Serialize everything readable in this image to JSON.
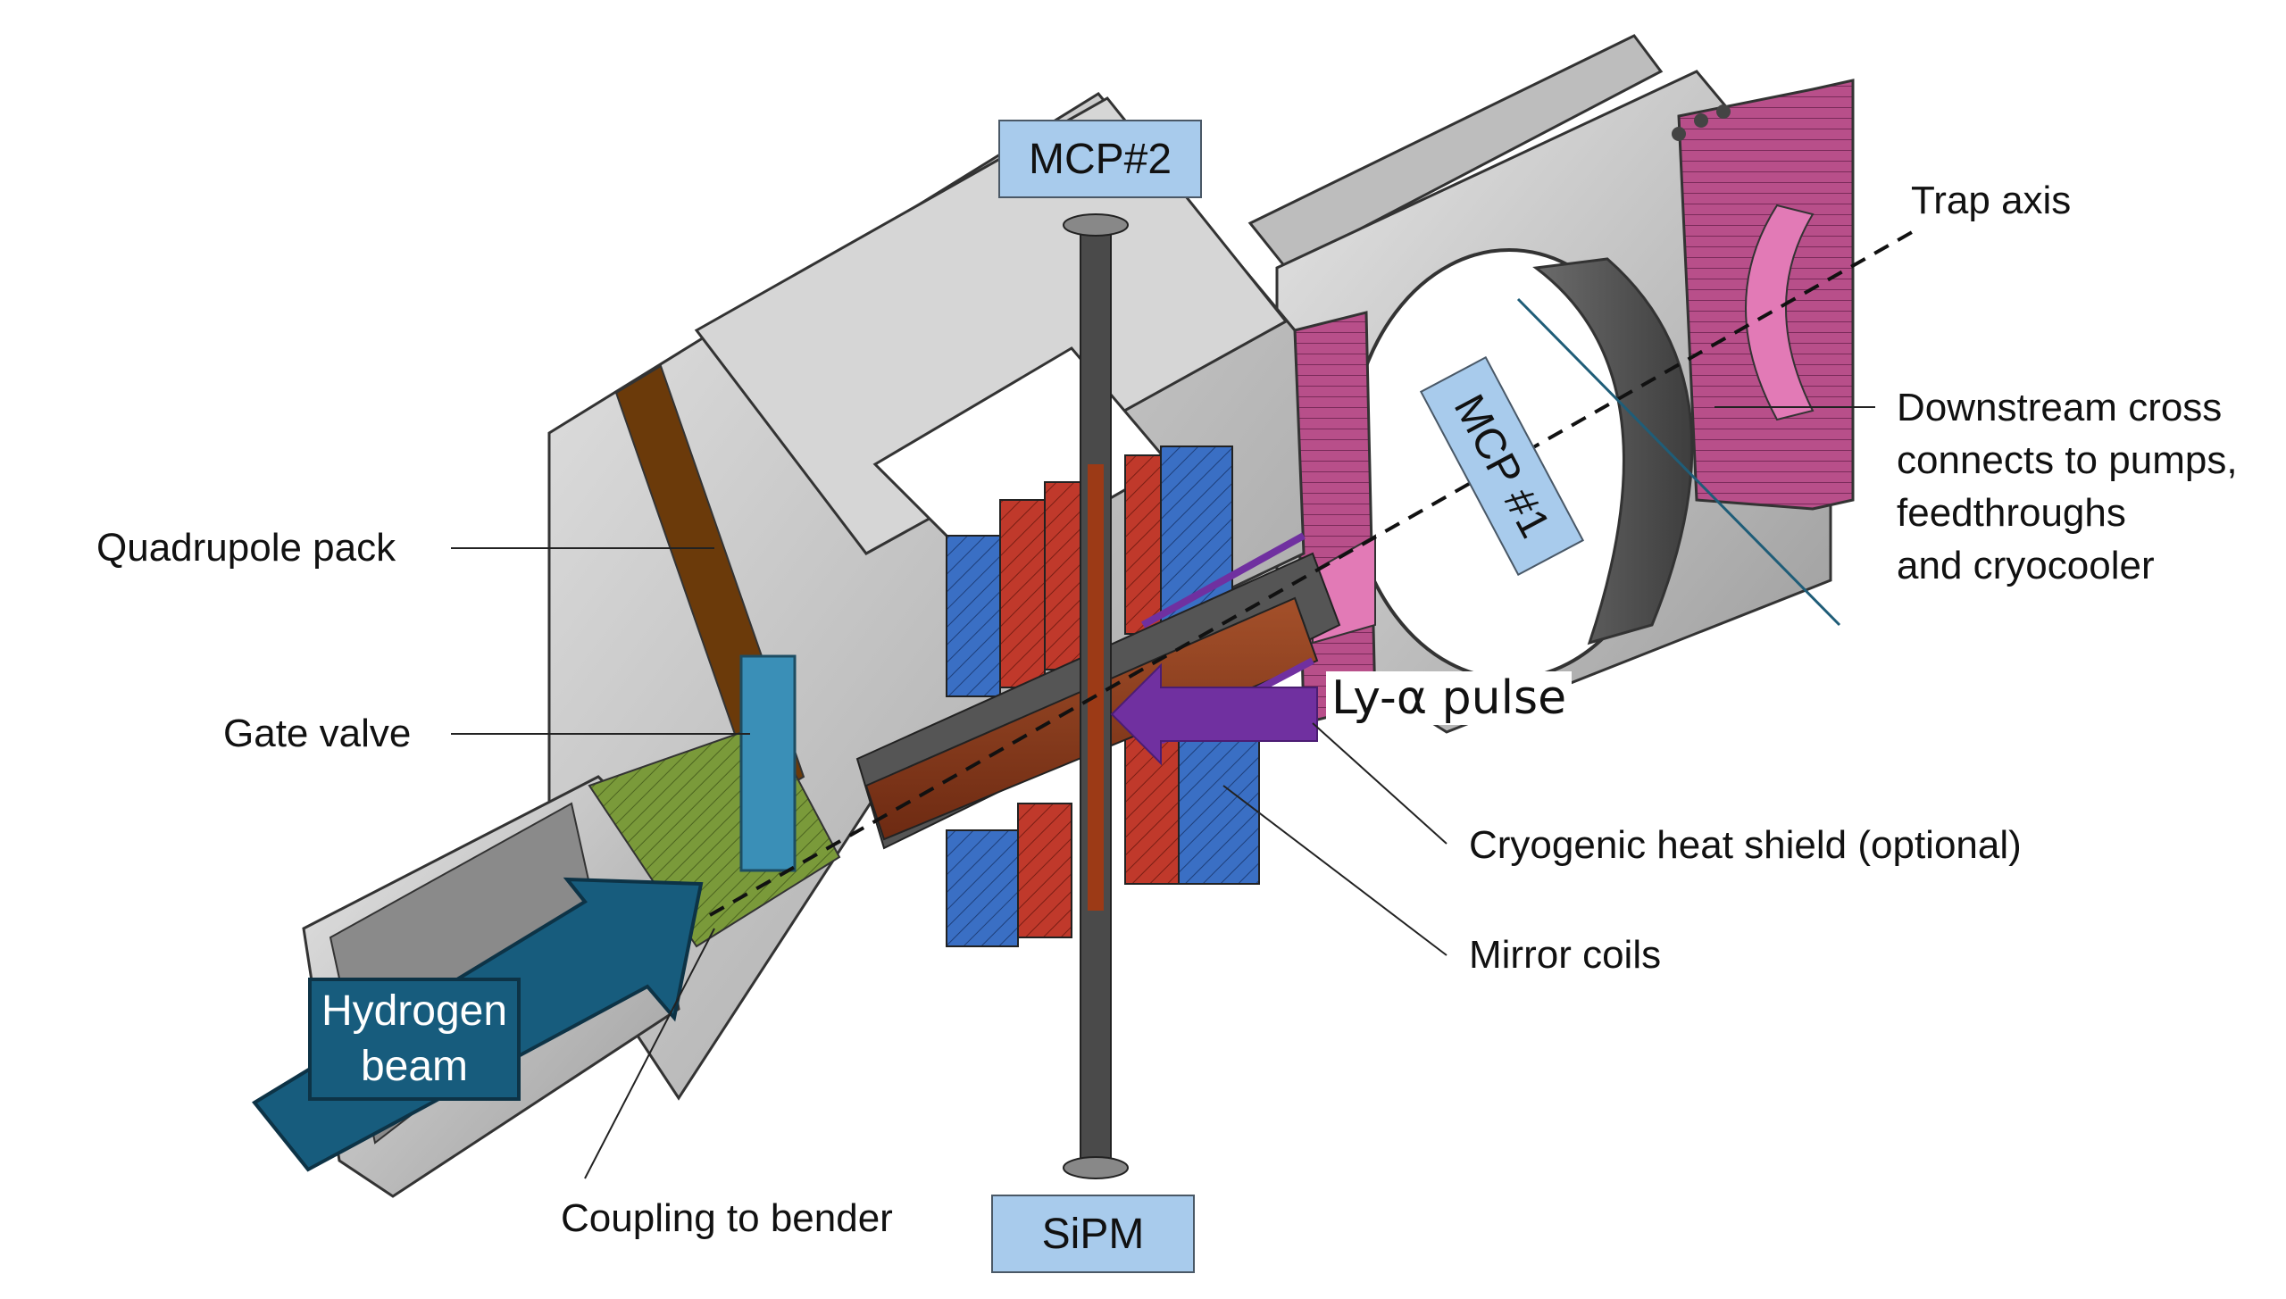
{
  "figure": {
    "description": "Cutaway CAD rendering of hydrogen trap apparatus with labeled components"
  },
  "labels": {
    "mcp2": "MCP#2",
    "mcp1": "MCP #1",
    "sipm": "SiPM",
    "trap_axis": "Trap axis",
    "downstream_cross": [
      "Downstream cross",
      "connects to pumps,",
      "feedthroughs",
      "and cryocooler"
    ],
    "quadrupole_pack": "Quadrupole pack",
    "gate_valve": "Gate valve",
    "ly_alpha_pulse": "Ly-α pulse",
    "cryogenic_heat_shield": "Cryogenic heat shield (optional)",
    "mirror_coils": "Mirror coils",
    "hydrogen_beam": [
      "Hydrogen",
      "beam"
    ],
    "coupling_to_bender": "Coupling to bender"
  },
  "colors": {
    "label_box_fill": "#a8cbec",
    "hydrogen_beam_fill": "#175c7d",
    "ly_alpha_arrow": "#7030a0",
    "copper_tube": "#8b3a1a",
    "coil_red": "#c0392b",
    "coil_blue": "#3a6fc4",
    "flange_pink": "#d65a9e",
    "gate_valve_blue": "#3a8fb7",
    "valve_green": "#7a9a3a",
    "steel_light": "#d4d4d4",
    "steel_mid": "#a8a8a8",
    "steel_dark": "#5a5a5a",
    "trap_axis_line": "#1f5d78"
  }
}
